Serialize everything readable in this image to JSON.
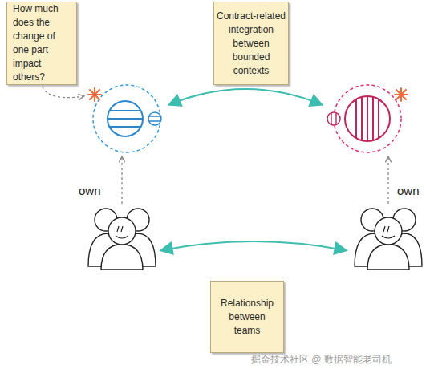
{
  "diagram": {
    "nodes": [
      {
        "text": [
          "How much does the change of one part impact others?"
        ]
      },
      {
        "text": [
          "Contract-related integration between bounded contexts"
        ]
      },
      {
        "text": [
          "Relationship between teams"
        ]
      }
    ],
    "labels": [
      "own",
      "own",
      "掘金技术社区 @ 数据智能老司机"
    ]
  }
}
